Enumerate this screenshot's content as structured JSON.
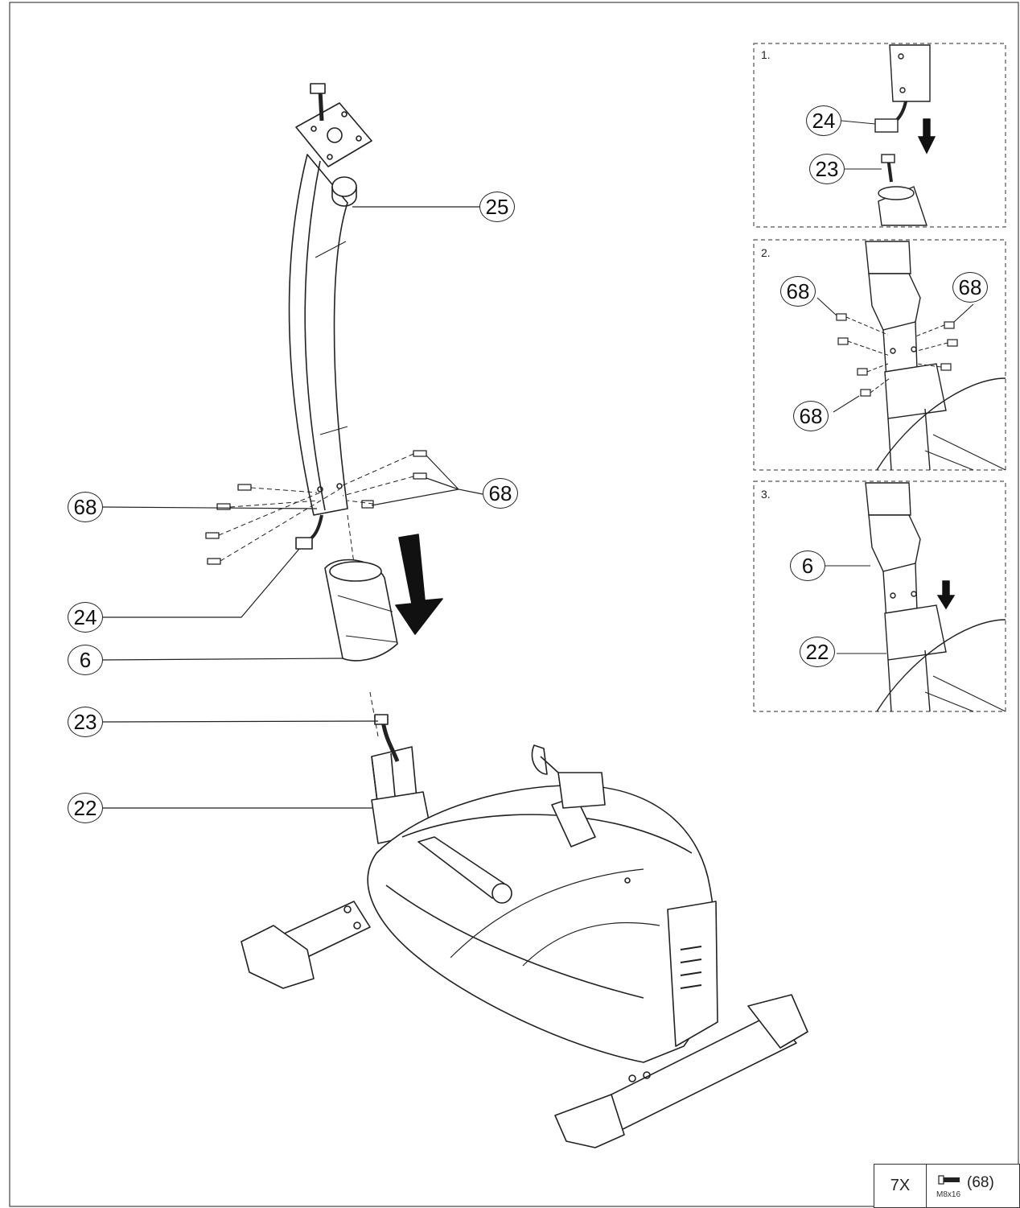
{
  "main_callouts": {
    "p25": "25",
    "p68_left": "68",
    "p68_right": "68",
    "p24": "24",
    "p6": "6",
    "p23": "23",
    "p22": "22"
  },
  "steps": [
    {
      "number": "1.",
      "callouts": [
        "24",
        "23"
      ]
    },
    {
      "number": "2.",
      "callouts": [
        "68",
        "68",
        "68"
      ]
    },
    {
      "number": "3.",
      "callouts": [
        "6",
        "22"
      ]
    }
  ],
  "hardware": {
    "quantity": "7X",
    "size": "M8x16",
    "part_ref": "(68)",
    "icon": "bolt-icon"
  },
  "colors": {
    "line": "#222222",
    "background": "#ffffff"
  }
}
